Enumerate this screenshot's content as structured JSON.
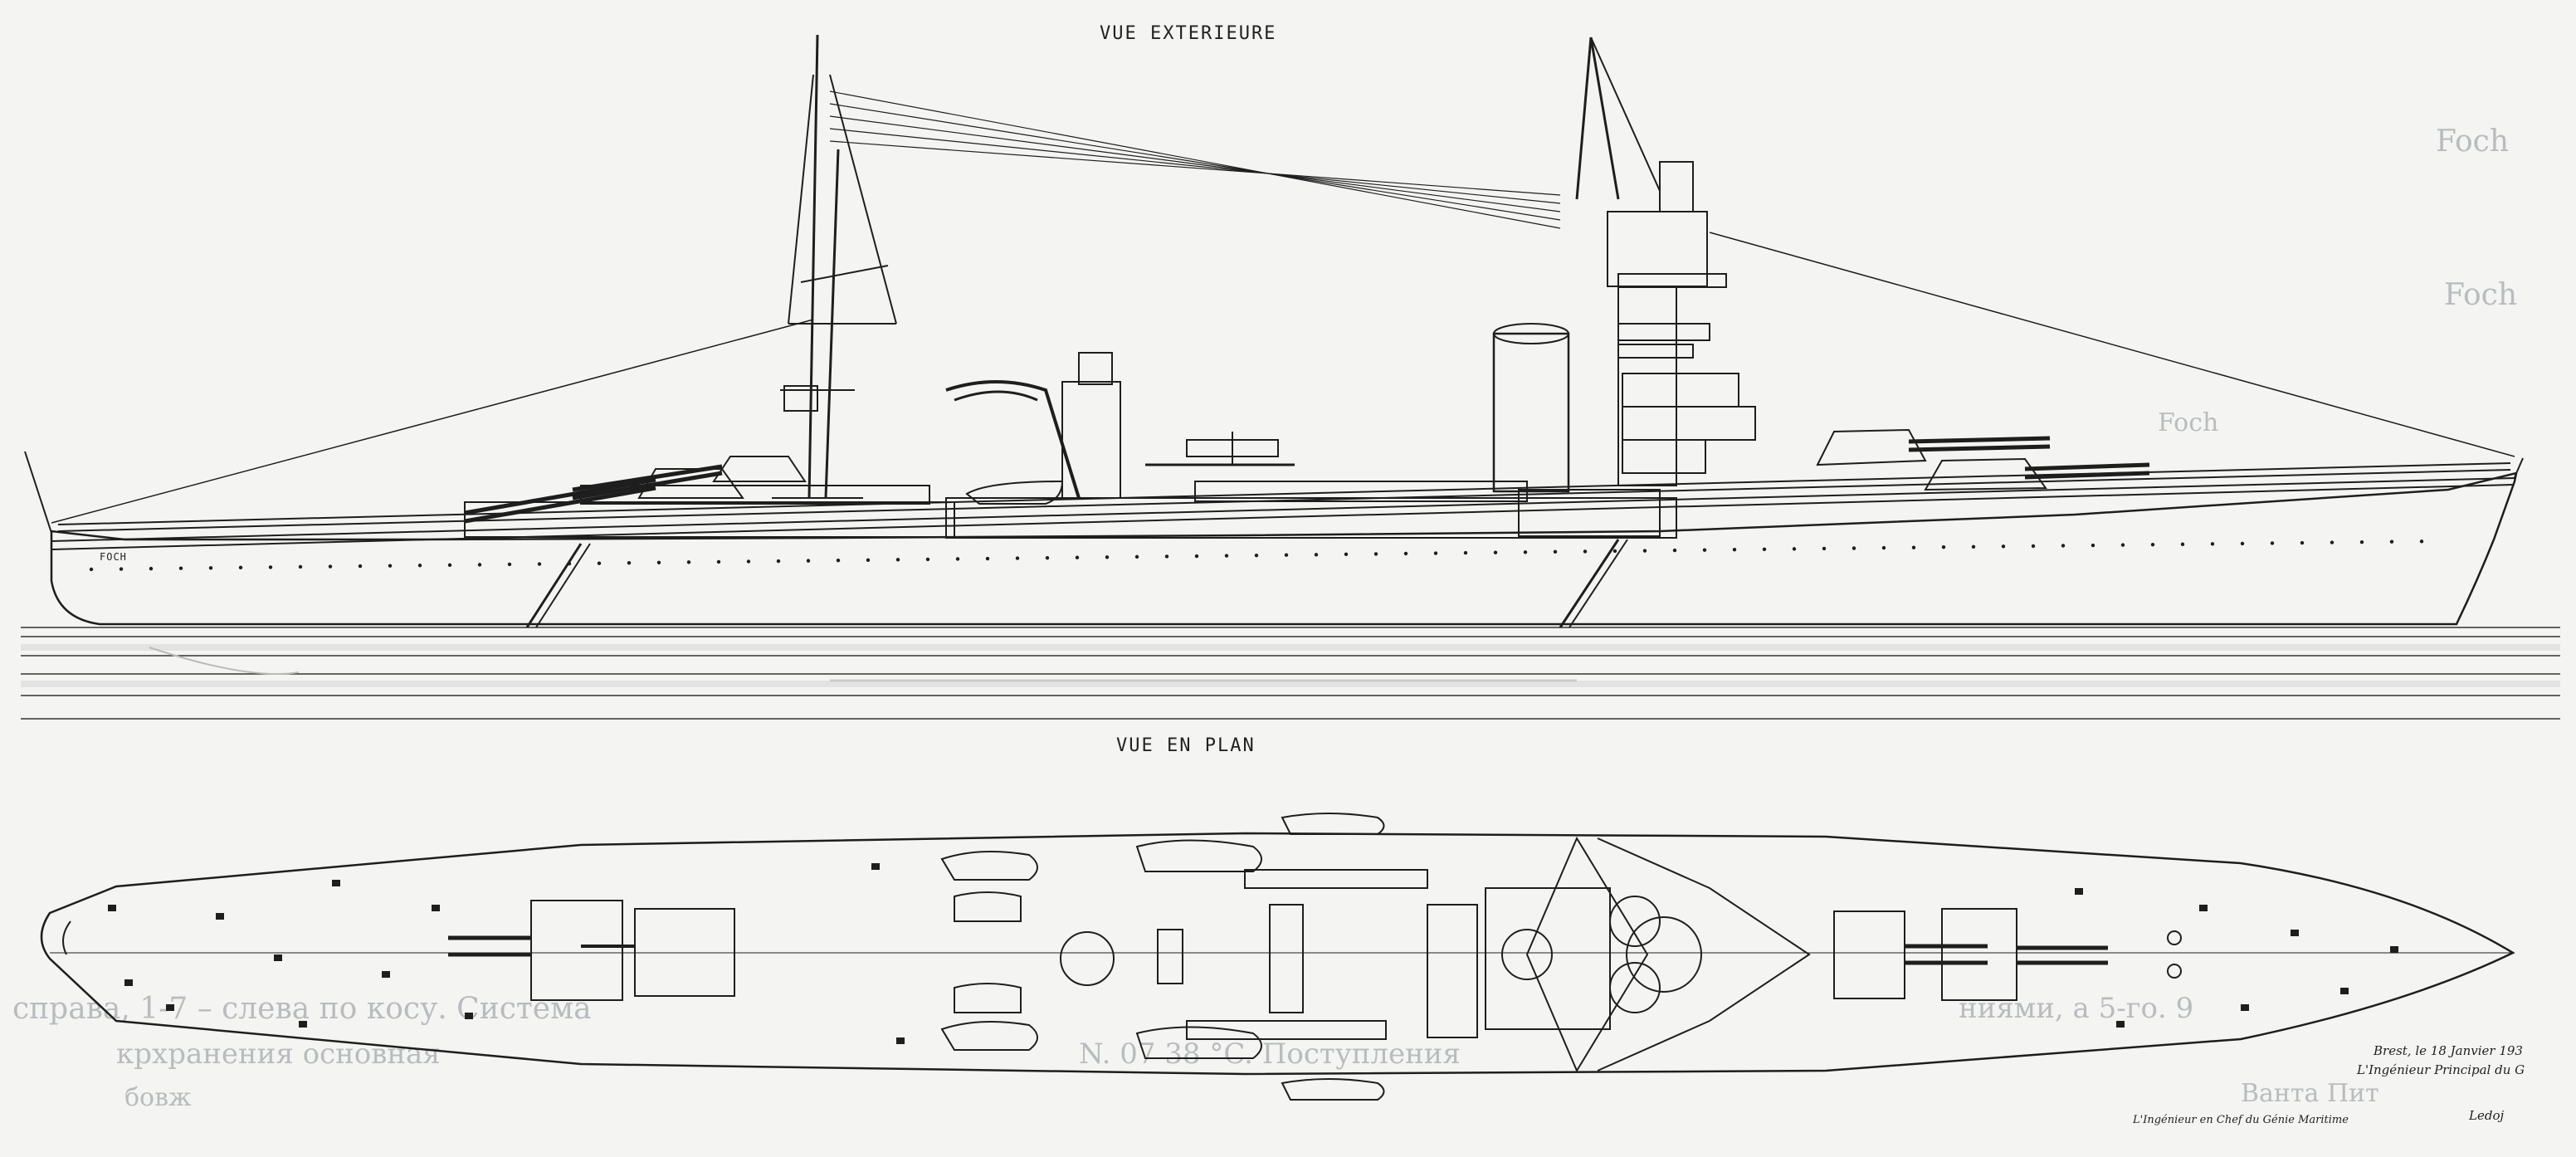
{
  "drawing": {
    "title_side": "VUE EXTERIEURE",
    "title_plan": "VUE EN PLAN",
    "hull_name": "FOCH",
    "signature_place_date": "Brest, le 18 Janvier 193",
    "signature_engineer_principal": "L'Ingénieur Principal du G",
    "signature_engineer_chief": "L'Ingénieur en Chef du Génie Maritime",
    "signature_initials": "Ledoj"
  },
  "bleed_through": {
    "right_1": "Foch",
    "right_2": "Foch",
    "right_3": "Foch",
    "bottom_1": "справа, 1-7 – слева по косу. Система",
    "bottom_2": "крхранения основная",
    "bottom_3": "N. 07 38 °C. Поступления",
    "bottom_4": "ниями, а 5-го. 9",
    "bottom_5": "Ванта Пит",
    "bottom_6": "бовж"
  },
  "colors": {
    "paper": "#f4f4f2",
    "ink": "#1e1e1e",
    "bleed": "#b9bcbe"
  }
}
